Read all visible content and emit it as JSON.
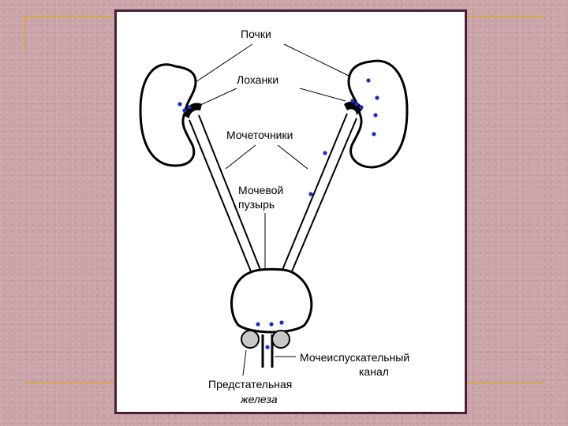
{
  "colors": {
    "background": "#c9a3a8",
    "accent_line": "#d8a548",
    "frame_border": "#4a1f3a",
    "dots": "#1a2fc8"
  },
  "labels": {
    "kidneys": "Почки",
    "pelvis": "Лоханки",
    "ureters": "Мочеточники",
    "bladder_line1": "Мочевой",
    "bladder_line2": "пузырь",
    "urethra_line1": "Мочеиспускательный",
    "urethra_line2": "канал",
    "prostate_line1": "Предстательная",
    "prostate_line2": "железа"
  }
}
